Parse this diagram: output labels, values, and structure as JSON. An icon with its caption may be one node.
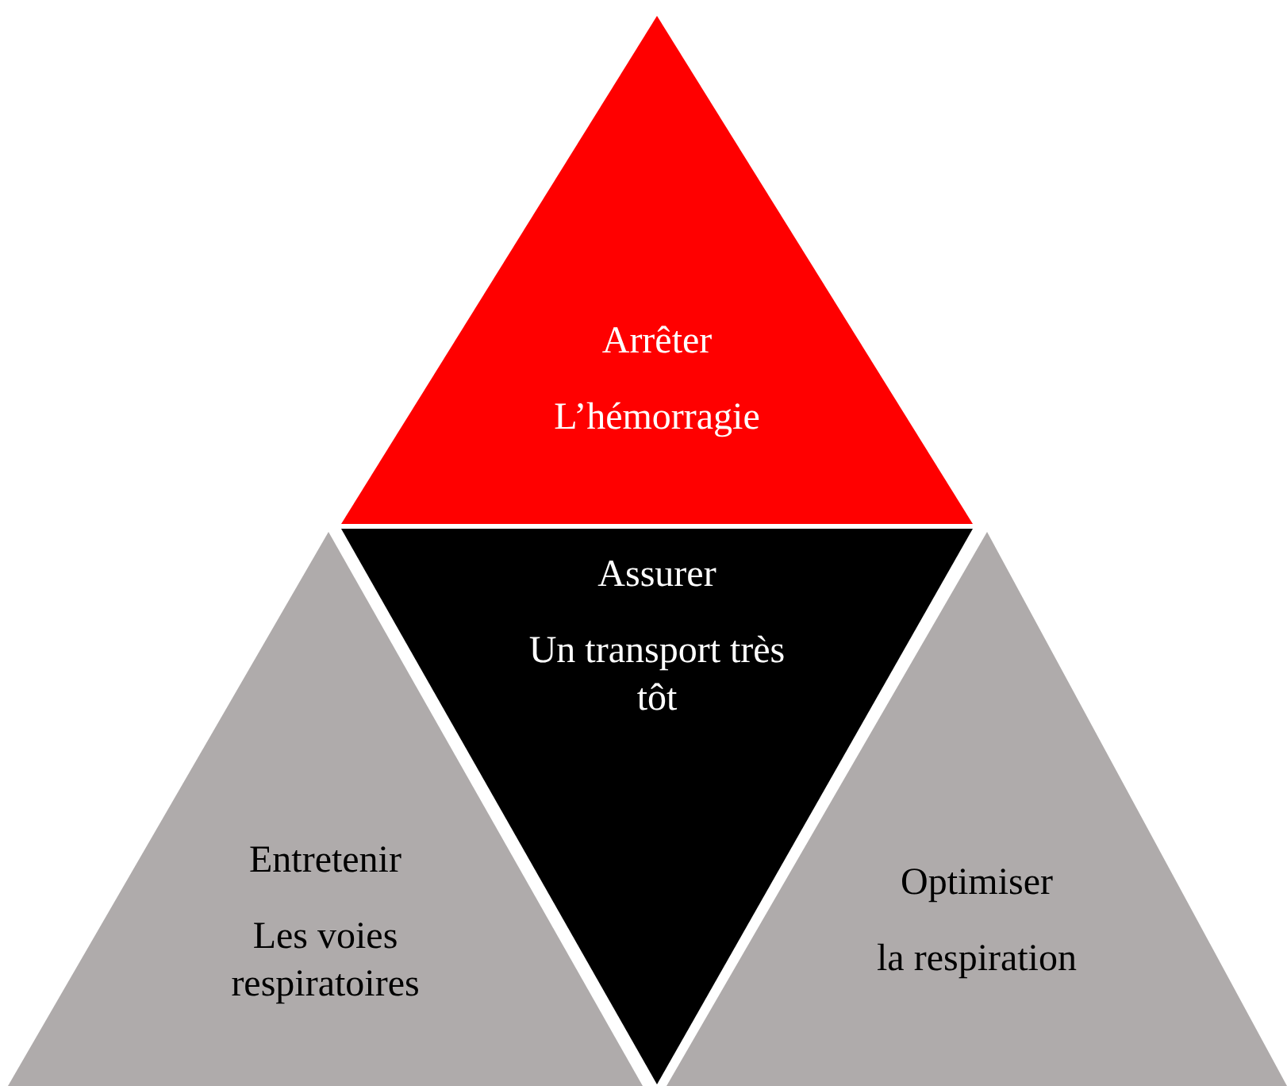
{
  "diagram": {
    "nodes": [
      {
        "text": [
          "Arrêter",
          "L’hémorragie"
        ]
      },
      {
        "text": [
          "Assurer",
          "Un transport très tôt"
        ]
      },
      {
        "text": [
          "Entretenir",
          "Les voies respiratoires"
        ]
      },
      {
        "text": [
          "Optimiser",
          "la respiration"
        ]
      }
    ]
  }
}
